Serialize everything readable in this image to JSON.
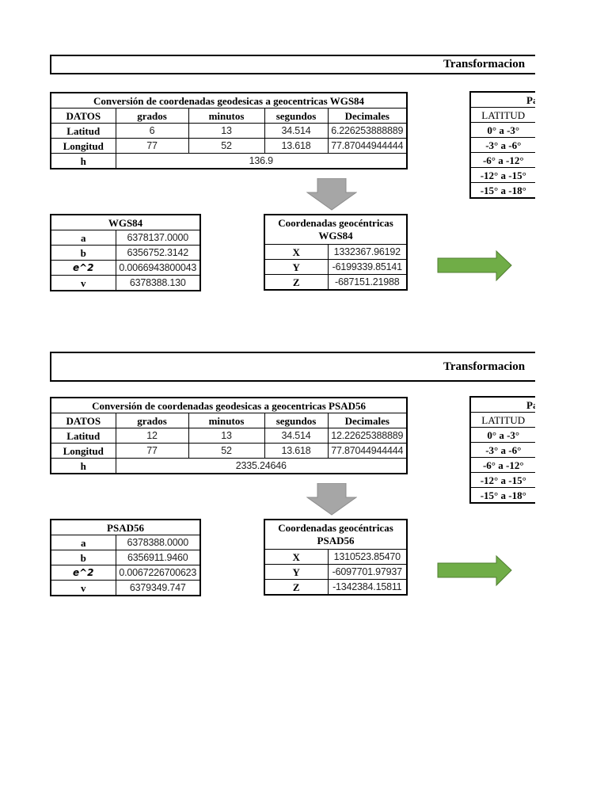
{
  "colors": {
    "down_arrow": "#a6a6a6",
    "right_arrow": "#70ad47",
    "right_arrow_border": "#507e32"
  },
  "icons": {
    "down_arrow": "arrow-down-icon",
    "right_arrow": "arrow-right-icon"
  },
  "sections": [
    {
      "title": "Transformacion",
      "conversion": {
        "title": "Conversión de coordenadas geodesicas a geocentricas WGS84",
        "headers": [
          "DATOS",
          "grados",
          "minutos",
          "segundos",
          "Decimales"
        ],
        "rows": [
          {
            "label": "Latitud",
            "grados": "6",
            "minutos": "13",
            "segundos": "34.514",
            "decimales": "6.226253888889"
          },
          {
            "label": "Longitud",
            "grados": "77",
            "minutos": "52",
            "segundos": "13.618",
            "decimales": "77.87044944444"
          }
        ],
        "h_label": "h",
        "h_value": "136.9"
      },
      "ellipsoid": {
        "name": "WGS84",
        "rows": [
          {
            "label": "a",
            "value": "6378137.0000"
          },
          {
            "label": "b",
            "value": "6356752.3142"
          },
          {
            "label": "e^2",
            "value": "0.0066943800043"
          },
          {
            "label": "v",
            "value": "6378388.130"
          }
        ]
      },
      "geocentric": {
        "title_line1": "Coordenadas geocéntricas",
        "title_line2": "WGS84",
        "rows": [
          {
            "label": "X",
            "value": "1332367.96192"
          },
          {
            "label": "Y",
            "value": "-6199339.85141"
          },
          {
            "label": "Z",
            "value": "-687151.21988"
          }
        ]
      },
      "params": {
        "title": "Pa",
        "header": "LATITUD",
        "ranges": [
          "0° a -3°",
          "-3° a -6°",
          "-6° a -12°",
          "-12° a -15°",
          "-15° a  -18°"
        ]
      }
    },
    {
      "title": "Transformacion",
      "conversion": {
        "title": "Conversión de coordenadas geodesicas a geocentricas PSAD56",
        "headers": [
          "DATOS",
          "grados",
          "minutos",
          "segundos",
          "Decimales"
        ],
        "rows": [
          {
            "label": "Latitud",
            "grados": "12",
            "minutos": "13",
            "segundos": "34.514",
            "decimales": "12.22625388889"
          },
          {
            "label": "Longitud",
            "grados": "77",
            "minutos": "52",
            "segundos": "13.618",
            "decimales": "77.87044944444"
          }
        ],
        "h_label": "h",
        "h_value": "2335.24646"
      },
      "ellipsoid": {
        "name": "PSAD56",
        "rows": [
          {
            "label": "a",
            "value": "6378388.0000"
          },
          {
            "label": "b",
            "value": "6356911.9460"
          },
          {
            "label": "e^2",
            "value": "0.0067226700623"
          },
          {
            "label": "v",
            "value": "6379349.747"
          }
        ]
      },
      "geocentric": {
        "title_line1": "Coordenadas geocéntricas",
        "title_line2": "PSAD56",
        "rows": [
          {
            "label": "X",
            "value": "1310523.85470"
          },
          {
            "label": "Y",
            "value": "-6097701.97937"
          },
          {
            "label": "Z",
            "value": "-1342384.15811"
          }
        ]
      },
      "params": {
        "title": "Pa",
        "header": "LATITUD",
        "ranges": [
          "0° a -3°",
          "-3° a -6°",
          "-6° a -12°",
          "-12° a -15°",
          "-15° a  -18°"
        ]
      }
    }
  ]
}
